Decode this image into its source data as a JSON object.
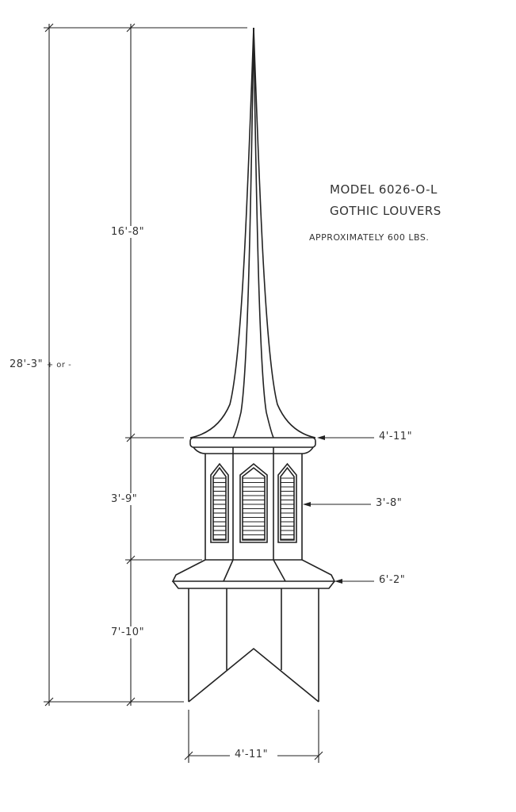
{
  "notes": {
    "model": "MODEL 6026-O-L",
    "style": "GOTHIC LOUVERS",
    "weight": "APPROXIMATELY 600 LBS."
  },
  "dimensions": {
    "total_height": "28'-3\"",
    "total_height_note": "+ or -",
    "spire_height": "16'-8\"",
    "lantern_height": "3'-9\"",
    "base_height": "7'-10\"",
    "spire_base_width": "4'-11\"",
    "lantern_width": "3'-8\"",
    "roof_width": "6'-2\"",
    "base_width": "4'-11\""
  }
}
